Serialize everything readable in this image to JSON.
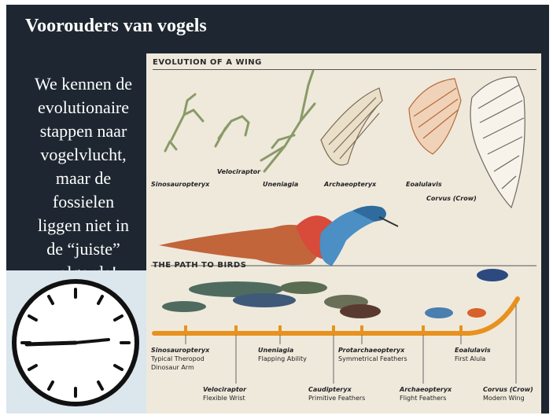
{
  "slide": {
    "title": "Voorouders van vogels",
    "body_lines": [
      "We kennen de",
      "evolutionaire",
      "stappen naar",
      "vogelvlucht,",
      "maar de",
      "fossielen",
      "liggen niet in",
      "de “juiste”",
      "volgorde!"
    ]
  },
  "illustration": {
    "wing_header": "EVOLUTION OF A WING",
    "path_header": "THE PATH TO BIRDS",
    "wings": [
      {
        "name": "Sinosauropteryx"
      },
      {
        "name": "Velociraptor"
      },
      {
        "name": "Uneniagia"
      },
      {
        "name": "Archaeopteryx"
      },
      {
        "name": "Eoalulavis"
      },
      {
        "name": "Corvus (Crow)"
      }
    ],
    "path_labels": [
      {
        "name": "Sinosauropteryx",
        "desc1": "Typical Theropod",
        "desc2": "Dinosaur Arm"
      },
      {
        "name": "Velociraptor",
        "desc1": "Flexible Wrist",
        "desc2": ""
      },
      {
        "name": "Uneniagia",
        "desc1": "Flapping Ability",
        "desc2": ""
      },
      {
        "name": "Caudipteryx",
        "desc1": "Primitive Feathers",
        "desc2": ""
      },
      {
        "name": "Protarchaeopteryx",
        "desc1": "Symmetrical Feathers",
        "desc2": ""
      },
      {
        "name": "Archaeopteryx",
        "desc1": "Flight Feathers",
        "desc2": ""
      },
      {
        "name": "Eoalulavis",
        "desc1": "First Alula",
        "desc2": ""
      },
      {
        "name": "Corvus (Crow)",
        "desc1": "Modern Wing",
        "desc2": ""
      }
    ]
  },
  "colors": {
    "slide_bg": "#1e2731",
    "illustration_bg": "#efe9dc",
    "path_orange": "#e8921e",
    "clock_panel": "#dbe6ed"
  }
}
